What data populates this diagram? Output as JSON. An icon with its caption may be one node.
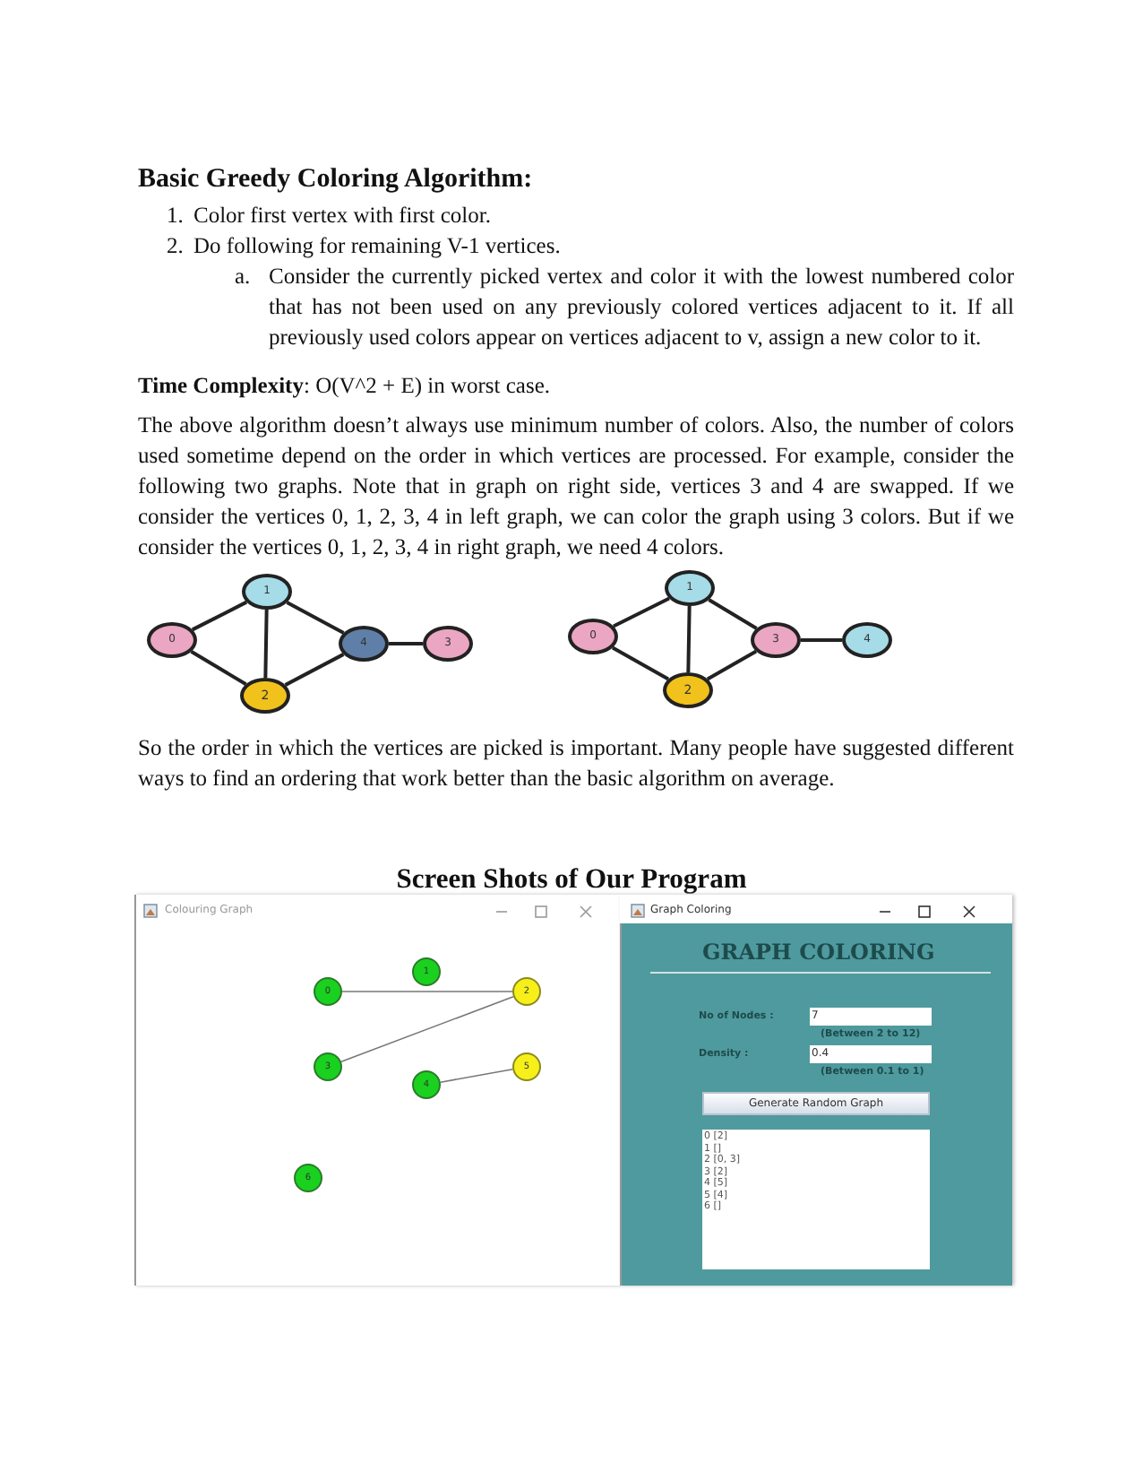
{
  "diagram": {
    "title": "Basic Greedy Coloring Algorithm:",
    "nodes": [
      {
        "text": [
          "0"
        ]
      },
      {
        "text": [
          "1"
        ]
      },
      {
        "text": [
          "2"
        ]
      },
      {
        "text": [
          "3"
        ]
      },
      {
        "text": [
          "4"
        ]
      },
      {
        "text": [
          "0"
        ]
      },
      {
        "text": [
          "1"
        ]
      },
      {
        "text": [
          "2"
        ]
      },
      {
        "text": [
          "3"
        ]
      },
      {
        "text": [
          "4"
        ]
      },
      {
        "text": [
          "0"
        ]
      },
      {
        "text": [
          "1"
        ]
      },
      {
        "text": [
          "2"
        ]
      },
      {
        "text": [
          "3"
        ]
      },
      {
        "text": [
          "4"
        ]
      },
      {
        "text": [
          "5"
        ]
      },
      {
        "text": [
          "6"
        ]
      }
    ],
    "edges": [
      {
        "from": 0,
        "to": 1,
        "arrow": "none"
      },
      {
        "from": 0,
        "to": 2,
        "arrow": "none"
      },
      {
        "from": 1,
        "to": 2,
        "arrow": "none"
      },
      {
        "from": 1,
        "to": 4,
        "arrow": "none"
      },
      {
        "from": 2,
        "to": 4,
        "arrow": "none"
      },
      {
        "from": 4,
        "to": 3,
        "arrow": "none"
      },
      {
        "from": 5,
        "to": 6,
        "arrow": "none"
      },
      {
        "from": 5,
        "to": 7,
        "arrow": "none"
      },
      {
        "from": 6,
        "to": 7,
        "arrow": "none"
      },
      {
        "from": 6,
        "to": 8,
        "arrow": "none"
      },
      {
        "from": 7,
        "to": 8,
        "arrow": "none"
      },
      {
        "from": 8,
        "to": 9,
        "arrow": "none"
      },
      {
        "from": 10,
        "to": 12,
        "arrow": "none",
        "color": "#777777"
      },
      {
        "from": 13,
        "to": 12,
        "arrow": "none",
        "color": "#777777"
      },
      {
        "from": 14,
        "to": 15,
        "arrow": "none",
        "color": "#777777"
      }
    ],
    "labels": [
      "1.",
      "Color first vertex with first color.",
      "2.",
      "Do following for remaining V-1 vertices.",
      "a.",
      "Consider the currently picked vertex and color it with the lowest numbered color that has not been used on any previously colored vertices adjacent to it. If all previously used colors appear on vertices adjacent to v, assign a new color to it.",
      "**Time Complexity**: O(V^2 + E) in worst case.",
      "The above algorithm doesn’t always use minimum number of colors. Also, the number of colors used sometime depend on the order in which vertices are processed. For example, consider the following two graphs. Note that in graph on right side, vertices 3 and 4 are swapped. If we consider the vertices 0, 1, 2, 3, 4 in left graph, we can color the graph using 3 colors. But if we consider the vertices 0, 1, 2, 3, 4 in right graph, we need 4 colors.",
      "So the order in which the vertices are picked is important. Many people have suggested different ways to find an ordering that work better than the basic algorithm on average.",
      "Screen Shots of Our Program",
      "Colouring Graph",
      "Graph Coloring",
      "GRAPH COLORING",
      "No of Nodes :",
      "7",
      "(Between 2 to 12)",
      "Density :",
      "0.4",
      "(Between 0.1 to 1)",
      "Generate Random Graph",
      "0 [2]",
      "1 []",
      "2 [0, 3]",
      "3 [2]",
      "4 [5]",
      "5 [4]",
      "6 []"
    ]
  }
}
